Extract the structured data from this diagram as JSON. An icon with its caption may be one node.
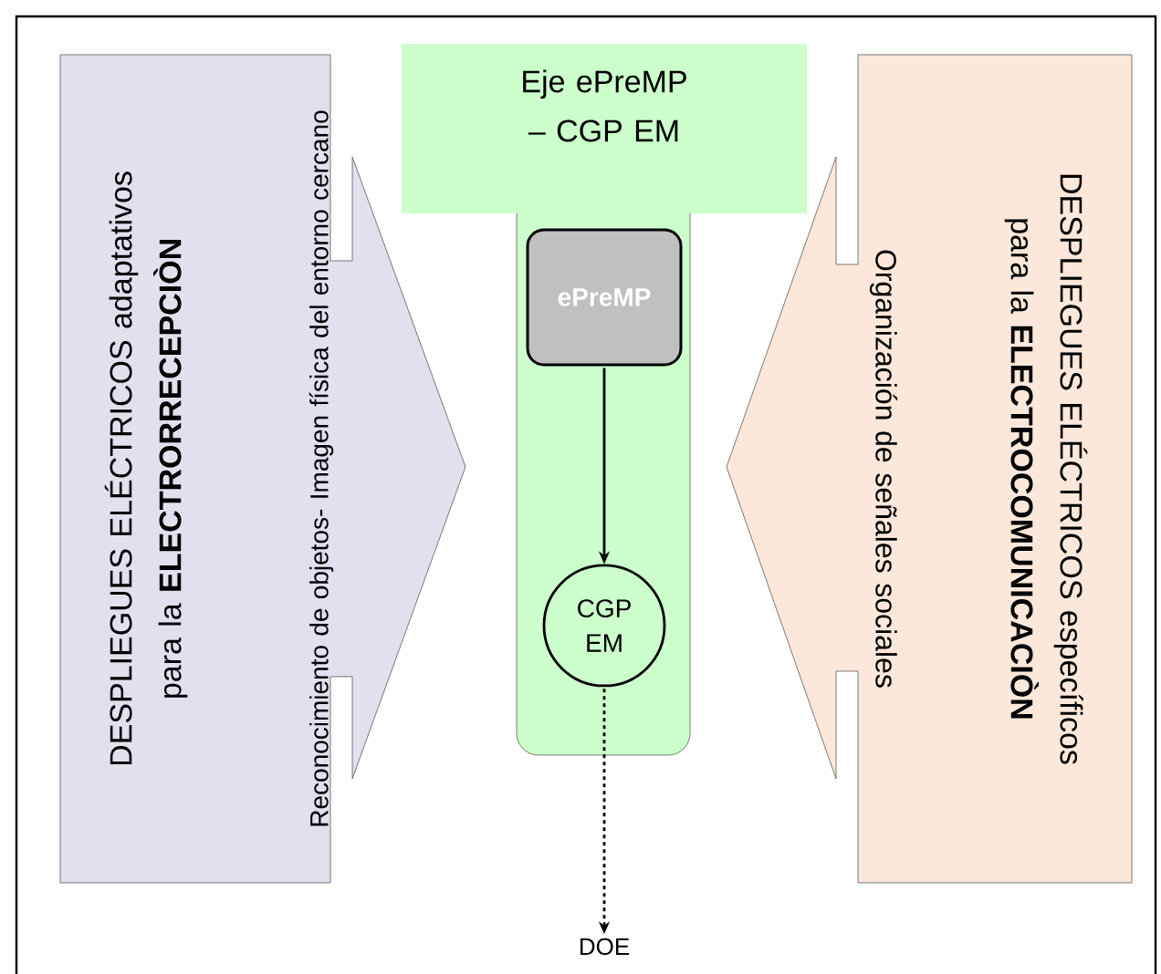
{
  "diagram": {
    "nodes": [
      {
        "text": [
          "DESPLIEGUES ELÉCTRICOS adaptativos para la **ELECTRORRECEPCIÒN**",
          "Reconocimiento de objetos- Imagen física del entorno cercano"
        ]
      },
      {
        "text": [
          "Eje ePreMP – CGP EM"
        ]
      },
      {
        "text": [
          "ePreMP"
        ],
        "in": 1
      },
      {
        "text": [
          "CGP EM"
        ],
        "in": 1
      },
      {
        "text": [
          "DOE"
        ]
      },
      {
        "text": [
          "DESPLIEGUES ELÉCTRICOS específicos para la **ELECTROCOMUNICACIÒN**",
          "Organización de señales sociales"
        ]
      }
    ],
    "edges": [
      {
        "from": 2,
        "to": 3,
        "arrow": "to"
      },
      {
        "from": 3,
        "to": 4,
        "arrow": "to",
        "style": "dashed"
      }
    ]
  }
}
